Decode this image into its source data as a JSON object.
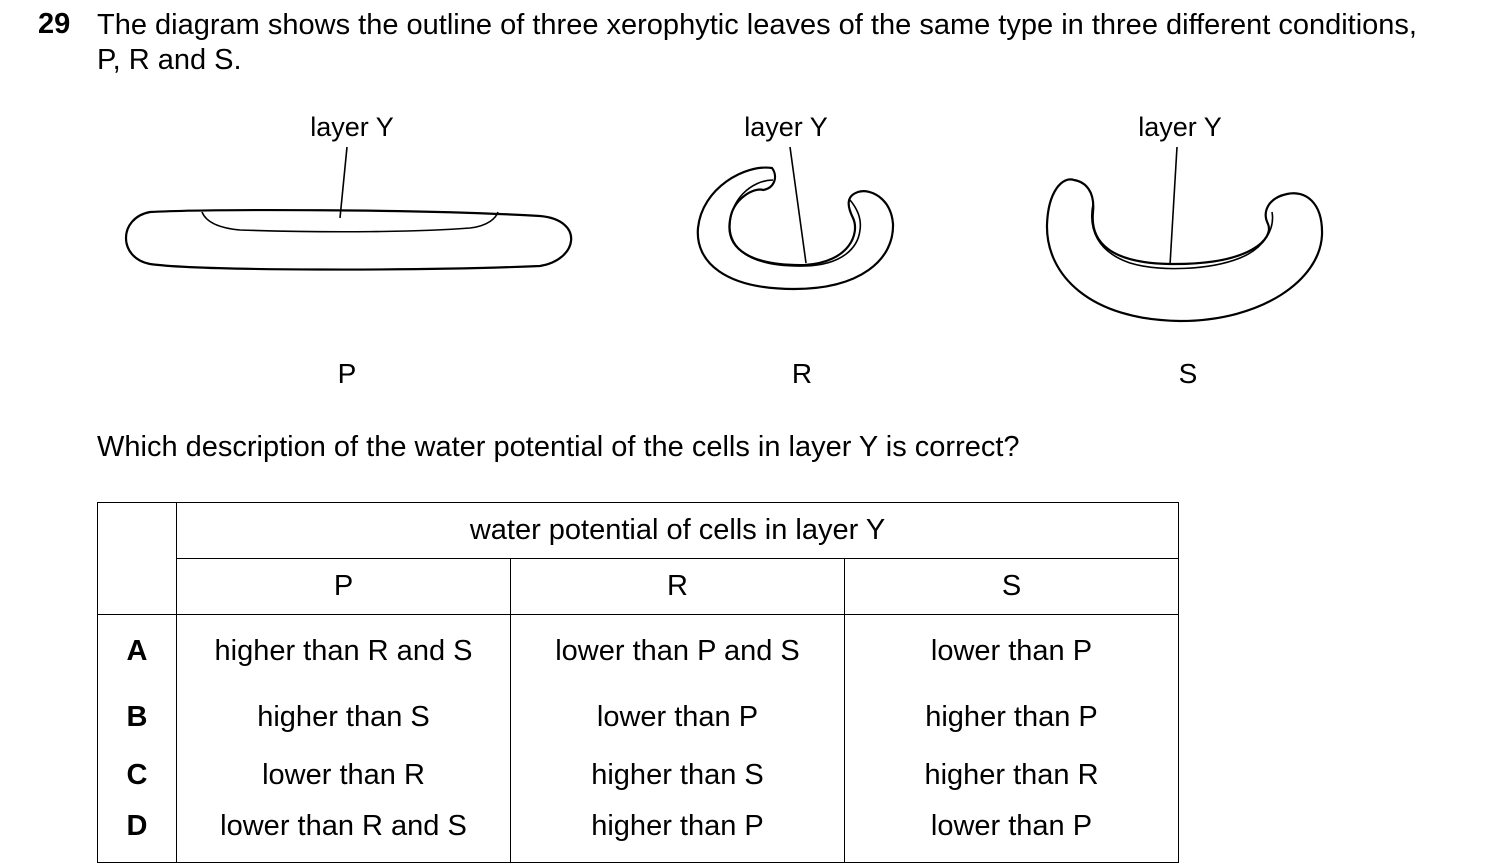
{
  "question": {
    "number": "29",
    "stem": "The diagram shows the outline of three xerophytic leaves of the same type in three different conditions, P, R and S.",
    "prompt": "Which description of the water potential of the cells in layer Y is correct?"
  },
  "diagram": {
    "leaves": [
      {
        "layer_label": "layer Y",
        "condition": "P"
      },
      {
        "layer_label": "layer Y",
        "condition": "R"
      },
      {
        "layer_label": "layer Y",
        "condition": "S"
      }
    ]
  },
  "table": {
    "header": "water potential of cells in layer Y",
    "columns": [
      "P",
      "R",
      "S"
    ],
    "rows": [
      {
        "letter": "A",
        "cells": [
          "higher than R and S",
          "lower than P and S",
          "lower than P"
        ]
      },
      {
        "letter": "B",
        "cells": [
          "higher than S",
          "lower than P",
          "higher than P"
        ]
      },
      {
        "letter": "C",
        "cells": [
          "lower than R",
          "higher than S",
          "higher than R"
        ]
      },
      {
        "letter": "D",
        "cells": [
          "lower than R and S",
          "higher than P",
          "lower than P"
        ]
      }
    ]
  }
}
